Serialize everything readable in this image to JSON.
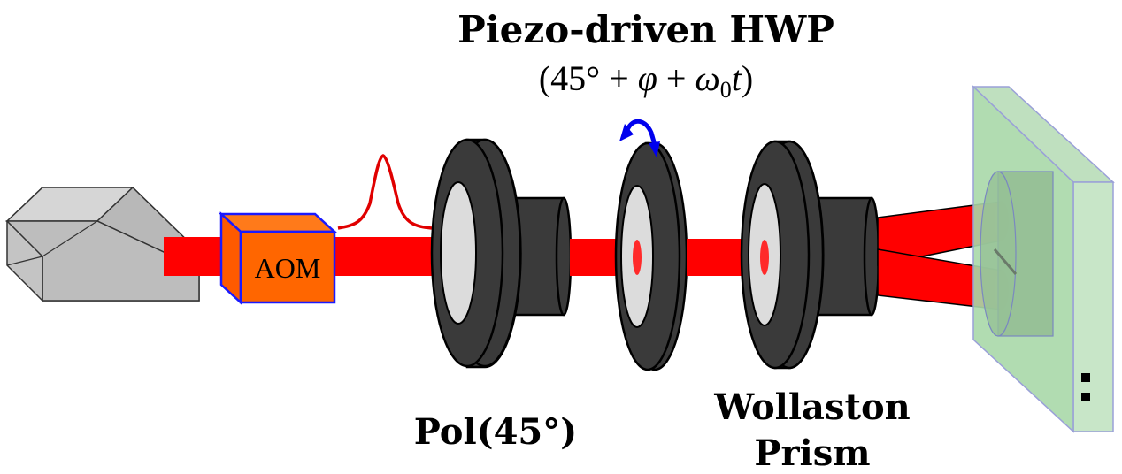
{
  "labels": {
    "hwp_title": "Piezo-driven HWP",
    "hwp_angle_prefix": "(45° + ",
    "hwp_phi": "φ",
    "hwp_plus": " + ",
    "hwp_omega": "ω",
    "hwp_sub": "0",
    "hwp_t": "t",
    "hwp_close": ")",
    "aom": "AOM",
    "polarizer": "Pol(45°)",
    "wollaston_line1": "Wollaston",
    "wollaston_line2": "Prism"
  },
  "icons": {
    "laser": "laser-head-icon",
    "rotation": "rotation-arrow-icon",
    "pulse": "gaussian-pulse-icon"
  },
  "colors": {
    "beam": "#ff0000",
    "aom_fill": "#ff6600",
    "aom_edge": "#1a1aff",
    "mount_dark": "#3a3a3a",
    "optic_face": "#dcdcdc",
    "laser_body": "#bdbdbd",
    "rotation_arrow": "#0000ee",
    "detector": "#a8d8a8"
  }
}
